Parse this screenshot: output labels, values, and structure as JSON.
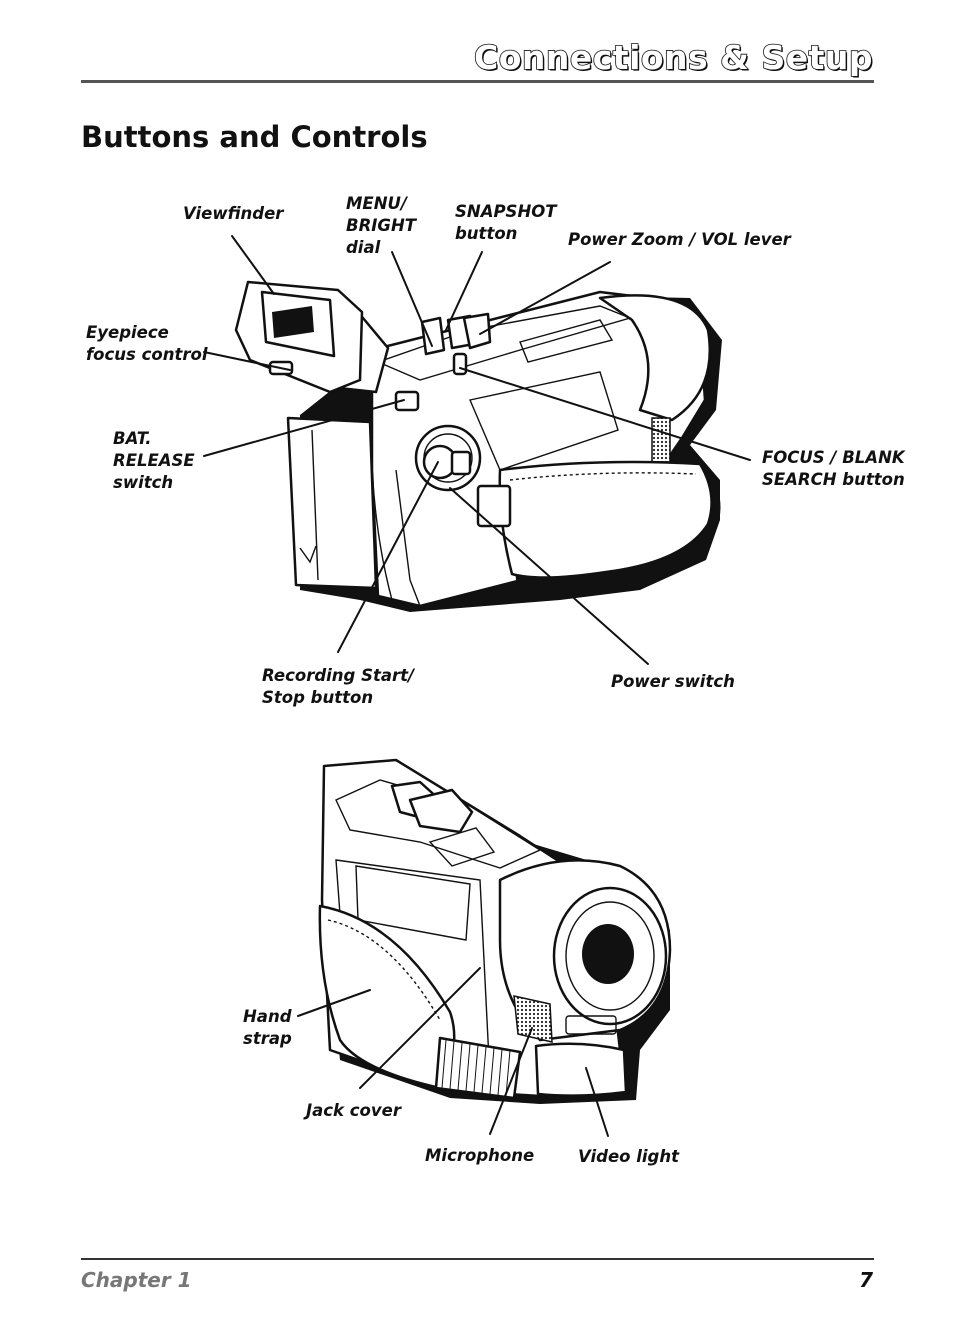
{
  "header": {
    "section_title": "Connections & Setup"
  },
  "page": {
    "heading": "Buttons and Controls"
  },
  "figure_top": {
    "labels": {
      "viewfinder": "Viewfinder",
      "menu_bright_dial": "MENU/\nBRIGHT\ndial",
      "snapshot_button": "SNAPSHOT\nbutton",
      "power_zoom_vol_lever": "Power Zoom / VOL lever",
      "eyepiece_focus_control": "Eyepiece\nfocus control",
      "bat_release_switch": "BAT.\nRELEASE\nswitch",
      "focus_blank_search_button": "FOCUS / BLANK\nSEARCH button",
      "recording_start_stop_button": "Recording Start/\nStop button",
      "power_switch": "Power switch"
    }
  },
  "figure_bottom": {
    "labels": {
      "hand_strap": "Hand\nstrap",
      "jack_cover": "Jack cover",
      "microphone": "Microphone",
      "video_light": "Video light"
    }
  },
  "footer": {
    "chapter": "Chapter 1",
    "page_number": "7"
  }
}
